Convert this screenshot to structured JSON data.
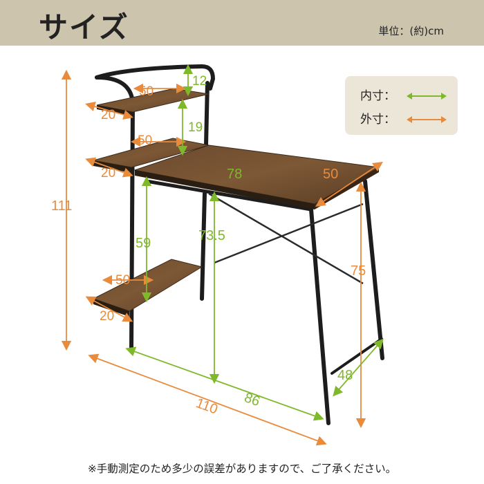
{
  "header": {
    "title": "サイズ",
    "unit": "単位：(約)cm"
  },
  "legend": {
    "inner_label": "内寸：",
    "outer_label": "外寸：",
    "inner_color": "#7fb82a",
    "outer_color": "#e88b3d"
  },
  "dimensions": {
    "shelf_gap_top": "12",
    "shelf_gap_mid": "19",
    "top_shelf_width": "50",
    "top_shelf_depth": "20",
    "mid_shelf_width": "50",
    "mid_shelf_depth": "20",
    "low_shelf_width": "50",
    "low_shelf_depth": "20",
    "desk_width_inner": "78",
    "desk_depth": "50",
    "total_height": "111",
    "inner_height_shelf": "59",
    "inner_height_desk": "73.5",
    "desk_height": "75",
    "total_width": "110",
    "inner_width": "86",
    "inner_depth": "48"
  },
  "footer": {
    "note": "※手動測定のため多少の誤差がありますので、ご了承ください。"
  }
}
